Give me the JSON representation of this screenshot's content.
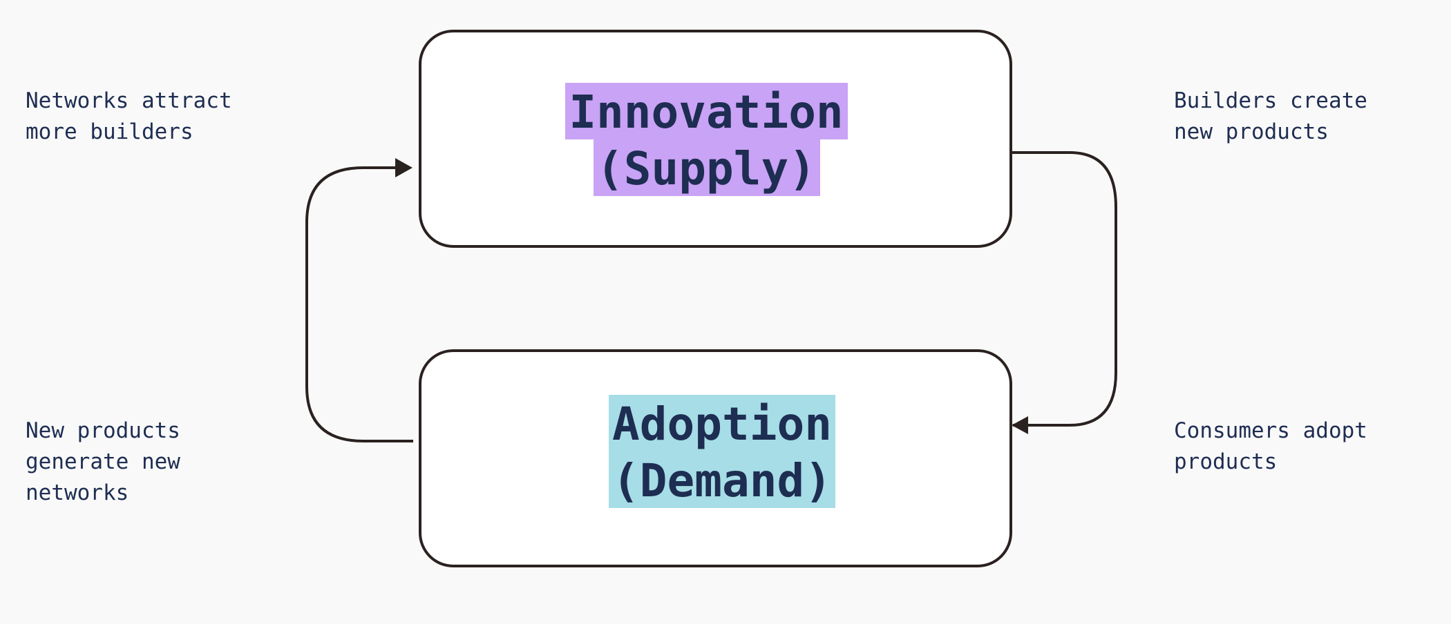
{
  "colors": {
    "background": "#f9f9f9",
    "box_fill": "#ffffff",
    "stroke": "#2a2220",
    "text": "#1e2d52",
    "supply_highlight": "#c9a3f5",
    "demand_highlight": "#a6dde6"
  },
  "nodes": {
    "supply": {
      "line1": "Innovation",
      "line2": "(Supply)"
    },
    "demand": {
      "line1": "Adoption",
      "line2": "(Demand)"
    }
  },
  "notes": {
    "top_left": "Networks attract\nmore builders",
    "top_right": "Builders create\nnew products",
    "bottom_left": "New products\ngenerate new\nnetworks",
    "bottom_right": "Consumers adopt\nproducts"
  },
  "edges": [
    {
      "from": "supply",
      "to": "demand",
      "side": "right"
    },
    {
      "from": "demand",
      "to": "supply",
      "side": "left"
    }
  ]
}
